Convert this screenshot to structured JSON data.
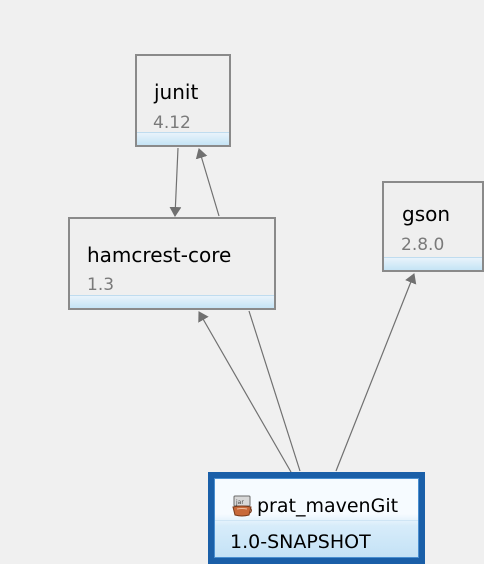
{
  "nodes": {
    "junit": {
      "name": "junit",
      "version": "4.12"
    },
    "gson": {
      "name": "gson",
      "version": "2.8.0"
    },
    "hamcrest": {
      "name": "hamcrest-core",
      "version": "1.3"
    },
    "root": {
      "name": "prat_mavenGit",
      "version": "1.0-SNAPSHOT",
      "icon": "jar-icon",
      "selected": true
    }
  },
  "edges": [
    {
      "from": "junit",
      "to": "hamcrest"
    },
    {
      "from": "hamcrest",
      "to": "junit"
    },
    {
      "from": "root",
      "to": "hamcrest"
    },
    {
      "from": "root",
      "to": "hamcrest"
    },
    {
      "from": "root",
      "to": "gson"
    }
  ],
  "colors": {
    "background": "#f0f0f0",
    "edge": "#707070",
    "node_border": "#8a8a8a",
    "selected_border": "#1a5fa8",
    "stripe": "#c5e4f5"
  }
}
